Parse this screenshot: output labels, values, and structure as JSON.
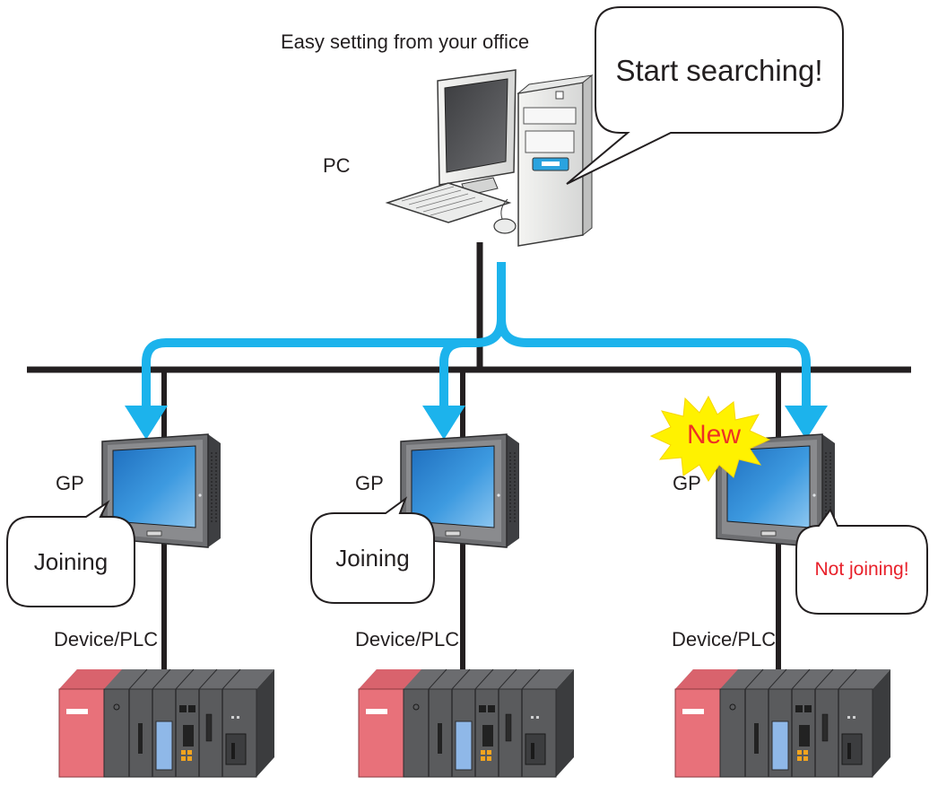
{
  "header": {
    "caption": "Easy setting from your office"
  },
  "pc": {
    "label": "PC",
    "callout": "Start searching!"
  },
  "nodes": [
    {
      "gp_label": "GP",
      "status": "Joining",
      "device_label": "Device/PLC",
      "is_new": false
    },
    {
      "gp_label": "GP",
      "status": "Joining",
      "device_label": "Device/PLC",
      "is_new": false
    },
    {
      "gp_label": "GP",
      "status": "Not joining!",
      "device_label": "Device/PLC",
      "is_new": true,
      "new_badge": "New"
    }
  ],
  "colors": {
    "arrow": "#1cb3ec",
    "network_line": "#231f20",
    "not_joining_text": "#e8212b",
    "new_badge_fill": "#fff200",
    "new_badge_text": "#ee3124",
    "plc_red": "#e8717a",
    "plc_gray": "#5a5b5d",
    "plc_blue_module": "#8fb8e8",
    "gp_screen": "#2f8fd8"
  }
}
